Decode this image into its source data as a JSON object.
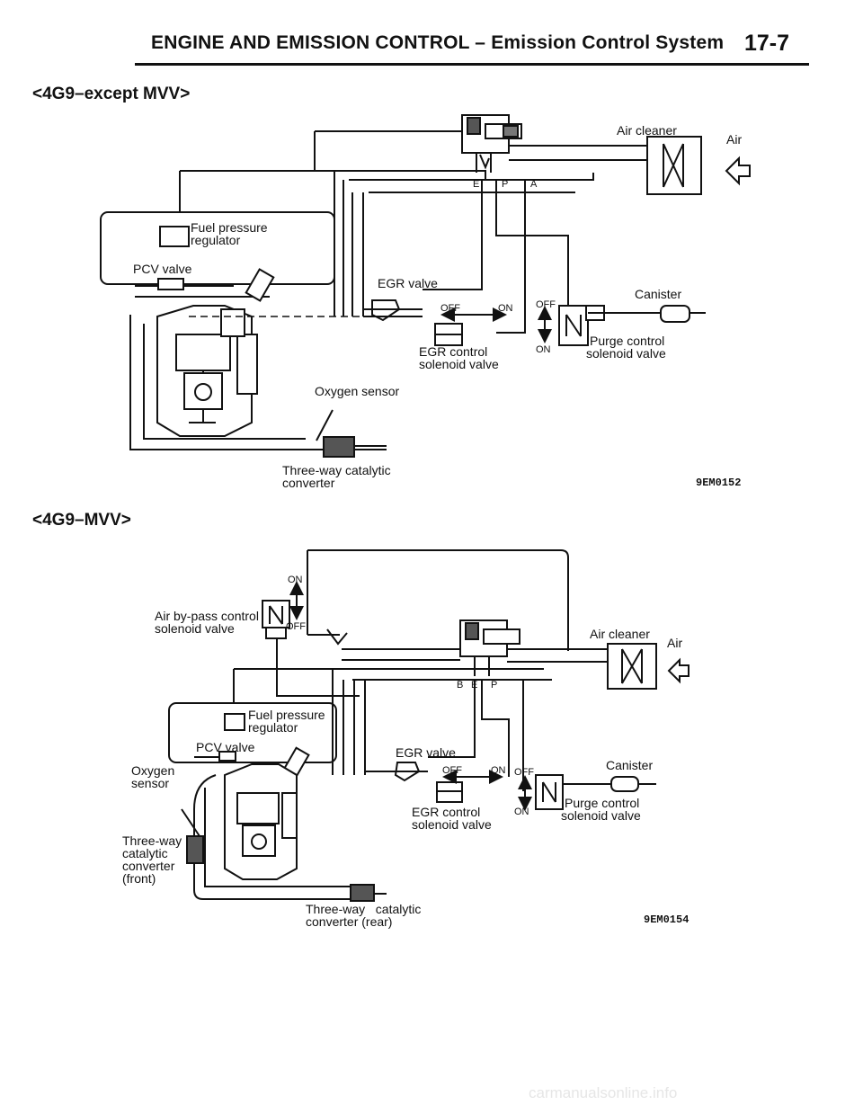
{
  "header": {
    "title": "ENGINE AND EMISSION CONTROL – Emission Control System",
    "page": "17-7"
  },
  "diagram1": {
    "section_title": "<4G9–except MVV>",
    "labels": {
      "air_cleaner": "Air cleaner",
      "air": "Air",
      "port_e": "E",
      "port_p": "P",
      "port_a": "A",
      "fuel_pressure": "Fuel pressure",
      "regulator": "regulator",
      "pcv_valve": "PCV valve",
      "egr_valve": "EGR valve",
      "canister": "Canister",
      "off_egr": "OFF",
      "on_egr": "ON",
      "off_purge": "OFF",
      "on_purge": "ON",
      "egr_control_1": "EGR control",
      "egr_control_2": "solenoid valve",
      "purge_control_1": "Purge control",
      "purge_control_2": "solenoid valve",
      "oxygen_sensor": "Oxygen sensor",
      "catalytic_1": "Three-way catalytic",
      "catalytic_2": "converter",
      "figure_id": "9EM0152"
    }
  },
  "diagram2": {
    "section_title": "<4G9–MVV>",
    "labels": {
      "on_bypass": "ON",
      "off_bypass": "OFF",
      "bypass_1": "Air by-pass control",
      "bypass_2": "solenoid valve",
      "air_cleaner": "Air cleaner",
      "air": "Air",
      "port_b": "B",
      "port_e": "E",
      "port_p": "P",
      "fuel_pressure": "Fuel pressure",
      "regulator": "regulator",
      "pcv_valve": "PCV valve",
      "egr_valve": "EGR valve",
      "canister": "Canister",
      "off_egr": "OFF",
      "on_egr": "ON",
      "off_purge": "OFF",
      "on_purge": "ON",
      "oxygen_1": "Oxygen",
      "oxygen_2": "sensor",
      "egr_control_1": "EGR control",
      "egr_control_2": "solenoid valve",
      "purge_control_1": "Purge control",
      "purge_control_2": "solenoid valve",
      "front_cat_1": "Three-way",
      "front_cat_2": "catalytic",
      "front_cat_3": "converter",
      "front_cat_4": "(front)",
      "rear_cat_1": "Three-way   catalytic",
      "rear_cat_2": "converter (rear)",
      "figure_id": "9EM0154"
    }
  },
  "footer": {
    "watermark": "carmanualsonline.info"
  }
}
